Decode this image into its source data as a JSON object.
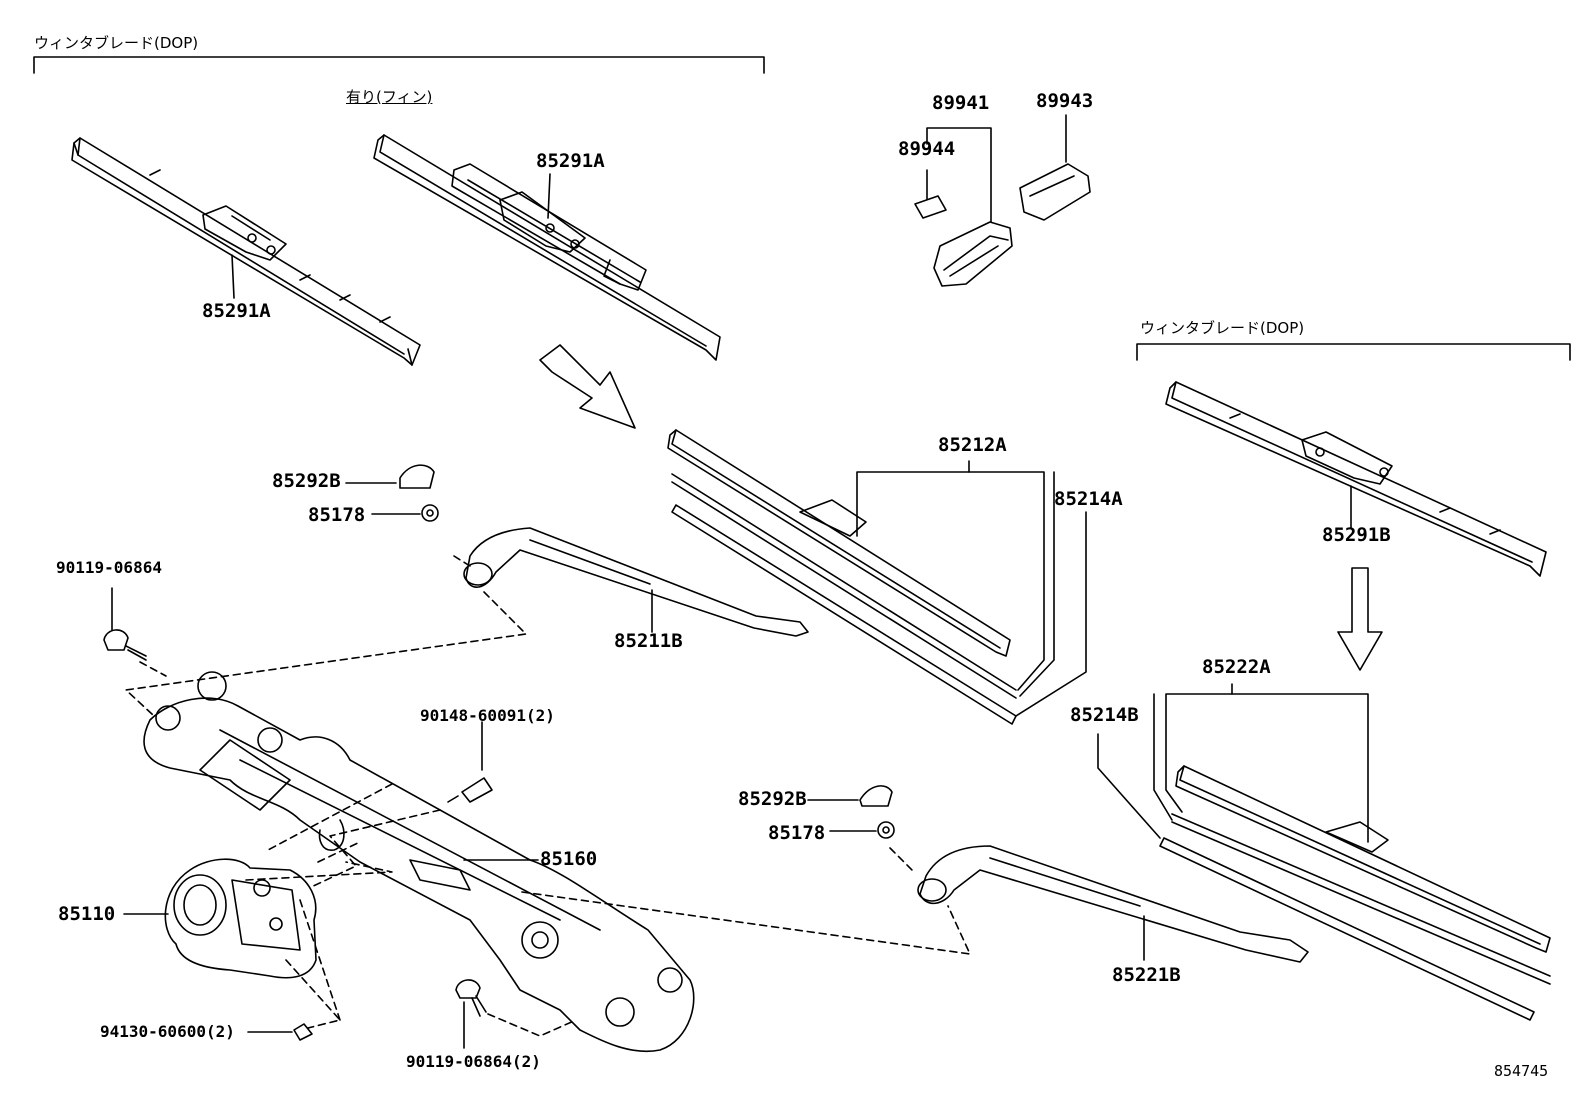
{
  "captions": {
    "blade_dop_left": "ウィンタブレード(DOP)",
    "with_fin": "有り(フィン)",
    "blade_dop_right": "ウィンタブレード(DOP)"
  },
  "parts": {
    "p85291A_left": "85291A",
    "p85291A_right": "85291A",
    "p89941": "89941",
    "p89943": "89943",
    "p89944": "89944",
    "p85291B": "85291B",
    "p85212A": "85212A",
    "p85214A": "85214A",
    "p85292B_top": "85292B",
    "p85178_top": "85178",
    "p90119_06864": "90119-06864",
    "p85211B": "85211B",
    "p90148_60091": "90148-60091(2)",
    "p85160": "85160",
    "p85110": "85110",
    "p94130_60600": "94130-60600(2)",
    "p90119_06864_2": "90119-06864(2)",
    "p85222A": "85222A",
    "p85214B": "85214B",
    "p85292B_bottom": "85292B",
    "p85178_bottom": "85178",
    "p85221B": "85221B"
  },
  "diagram_code": "854745"
}
